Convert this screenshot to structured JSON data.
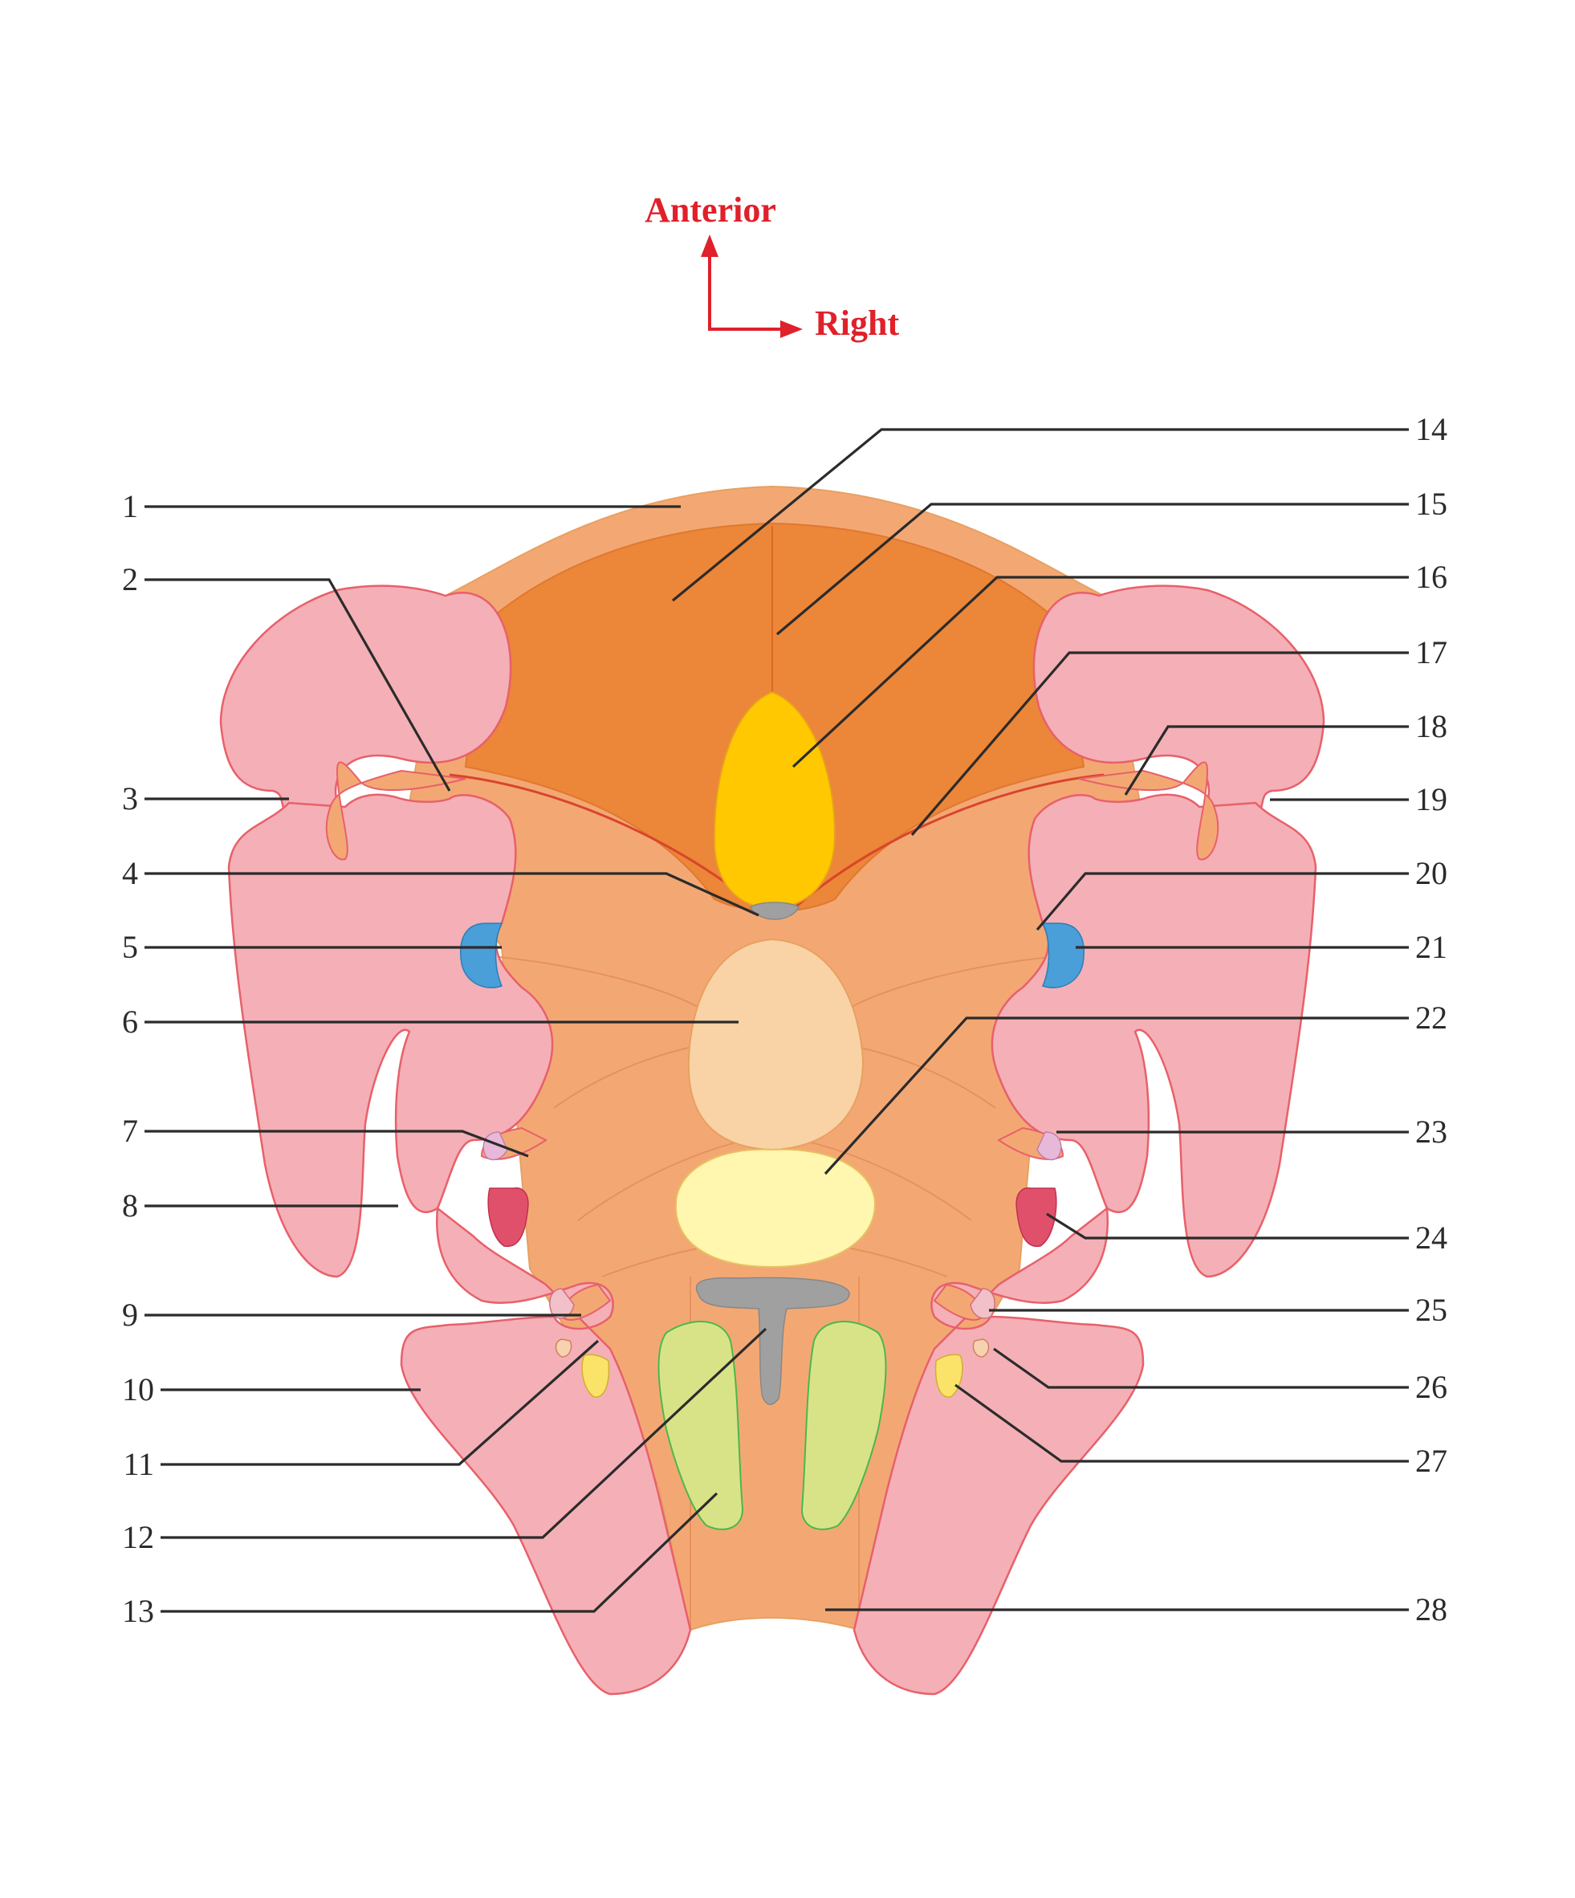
{
  "orientation": {
    "up_label": "Anterior",
    "right_label": "Right",
    "arrow_color": "#e0202a"
  },
  "labels": {
    "left": [
      "1",
      "2",
      "3",
      "4",
      "5",
      "6",
      "7",
      "8",
      "9",
      "10",
      "11",
      "12",
      "13"
    ],
    "right": [
      "14",
      "15",
      "16",
      "17",
      "18",
      "19",
      "20",
      "21",
      "22",
      "23",
      "24",
      "25",
      "26",
      "27",
      "28"
    ]
  },
  "colors": {
    "pink": "#f4b0b6",
    "pink_stroke": "#e8606a",
    "salmon": "#f3a874",
    "dark_orange": "#ec8638",
    "yellow_orange": "#ffc800",
    "peach": "#f9d3a6",
    "pale_yellow": "#fff6b0",
    "gray": "#a0a0a0",
    "green": "#d8e388",
    "blue": "#4a9fd8",
    "red": "#e0506a",
    "leader": "#2b2b2b"
  }
}
